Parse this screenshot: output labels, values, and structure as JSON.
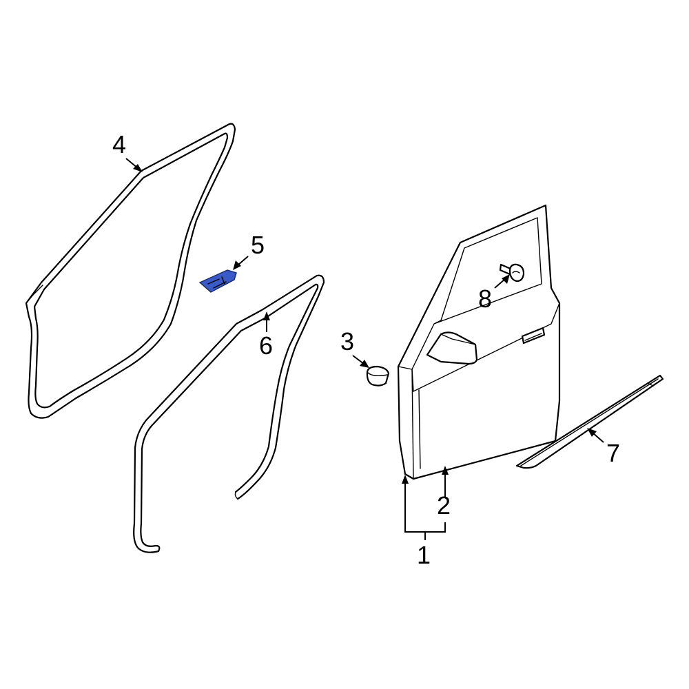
{
  "callouts": {
    "part_1": "1",
    "part_2": "2",
    "part_3": "3",
    "part_4": "4",
    "part_5": "5",
    "part_6": "6",
    "part_7": "7",
    "part_8": "8"
  },
  "highlight_color": "#3a5bc7"
}
